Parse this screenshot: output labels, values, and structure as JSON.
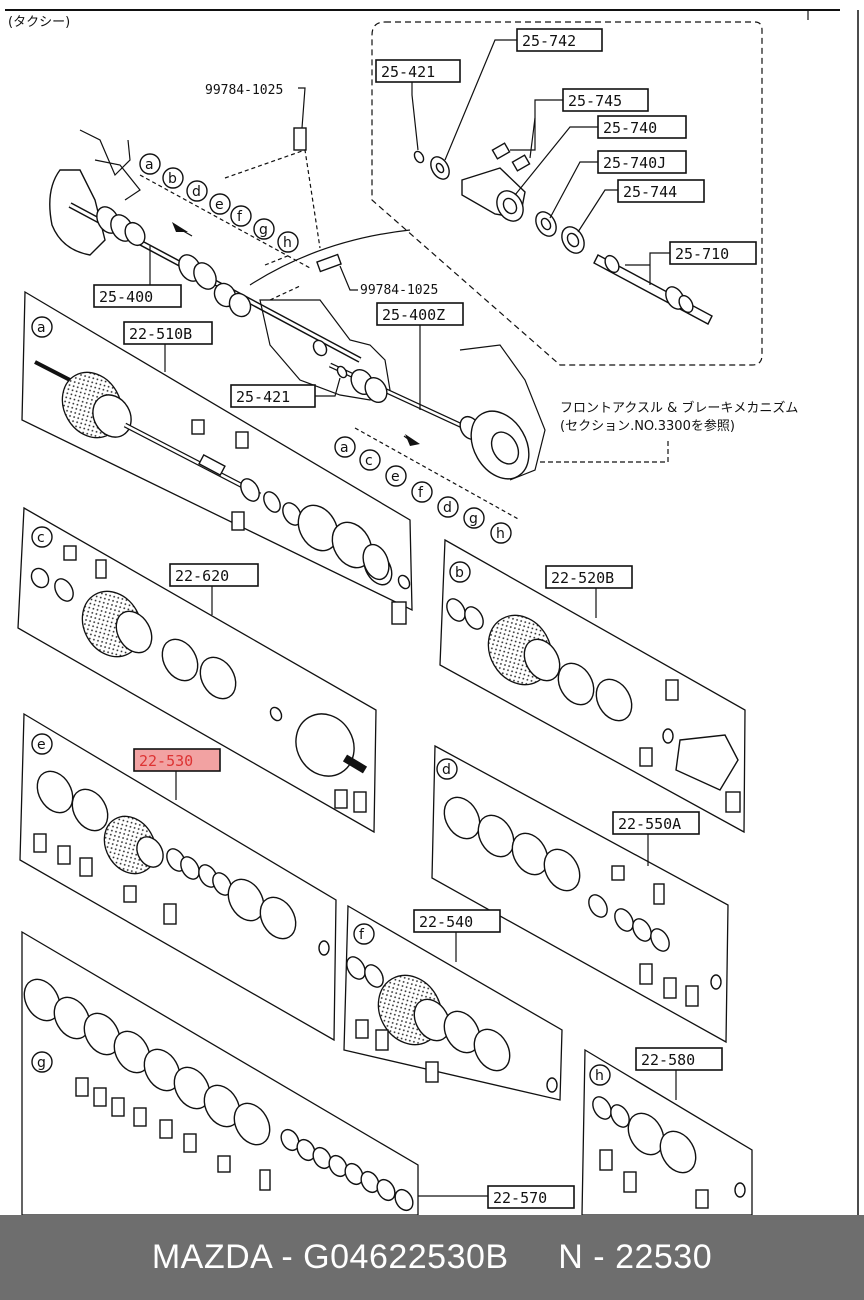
{
  "header": {
    "tag": "(タクシー)"
  },
  "top_refs": {
    "bolt_upper": "99784-1025",
    "bolt_lower": "99784-1025"
  },
  "callouts": {
    "c_25_742": "25-742",
    "c_25_421_top": "25-421",
    "c_25_745": "25-745",
    "c_25_740": "25-740",
    "c_25_740j": "25-740J",
    "c_25_744": "25-744",
    "c_25_710": "25-710",
    "c_25_400": "25-400",
    "c_25_400z": "25-400Z",
    "c_25_421_mid": "25-421",
    "c_22_510b": "22-510B",
    "c_22_620": "22-620",
    "c_22_520b": "22-520B",
    "c_22_530": "22-530",
    "c_22_550a": "22-550A",
    "c_22_540": "22-540",
    "c_22_580": "22-580",
    "c_22_570": "22-570"
  },
  "note": {
    "line1": "フロントアクスル & ブレーキメカニズム",
    "line2": "(セクション.NO.3300を参照)"
  },
  "letters_upper": [
    "a",
    "b",
    "d",
    "e",
    "f",
    "g",
    "h"
  ],
  "letters_lower": [
    "a",
    "c",
    "e",
    "f",
    "d",
    "g",
    "h"
  ],
  "panel_letters": {
    "a": "a",
    "c": "c",
    "b": "b",
    "e": "e",
    "d": "d",
    "f": "f",
    "g": "g",
    "h": "h"
  },
  "footer": {
    "text": "MAZDA - G04622530B     N - 22530"
  },
  "colors": {
    "highlight": "#f2a2a2",
    "highlight_text": "#d33333",
    "footer_bg": "#6e6e6e"
  }
}
